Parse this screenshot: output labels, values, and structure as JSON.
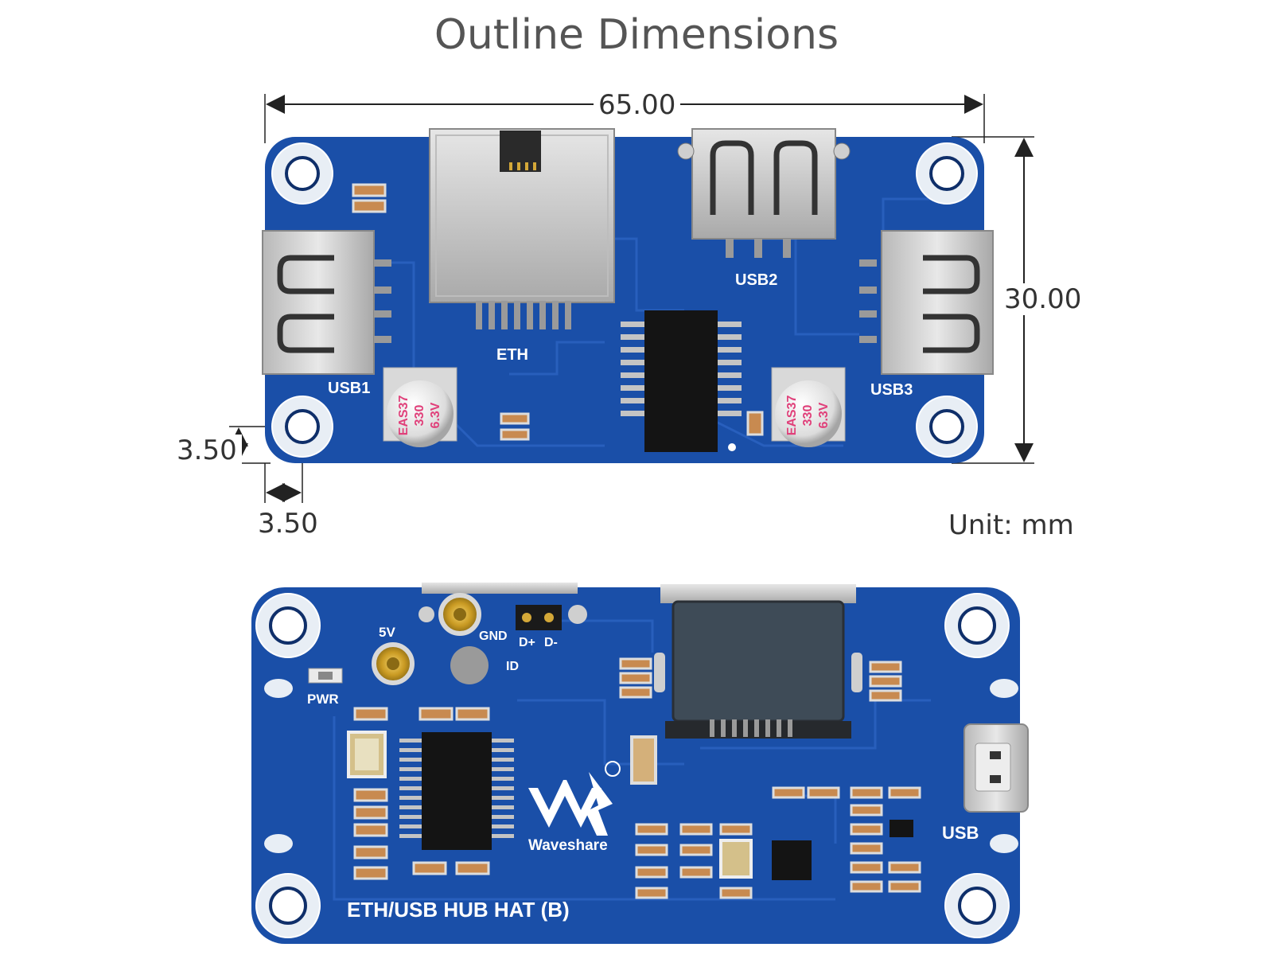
{
  "figure": {
    "title": "Outline Dimensions",
    "unit_label": "Unit: mm"
  },
  "dimensions": {
    "width": "65.00",
    "height": "30.00",
    "hole_offset_y": "3.50",
    "hole_offset_x": "3.50"
  },
  "top_board": {
    "labels": {
      "eth": "ETH",
      "usb1": "USB1",
      "usb2": "USB2",
      "usb3": "USB3"
    },
    "capacitor_text": [
      "EAS37",
      "330",
      "6.3V"
    ]
  },
  "bottom_board": {
    "labels": {
      "v5": "5V",
      "gnd": "GND",
      "dplus": "D+",
      "dminus": "D-",
      "id": "ID",
      "pwr": "PWR",
      "usb": "USB",
      "brand": "Waveshare",
      "product": "ETH/USB HUB HAT (B)"
    }
  },
  "colors": {
    "pcb_blue": "#1a4fa8",
    "pcb_dark": "#133d86",
    "silver": "#c9c9c9",
    "capacitor_pink": "#e0407a"
  }
}
